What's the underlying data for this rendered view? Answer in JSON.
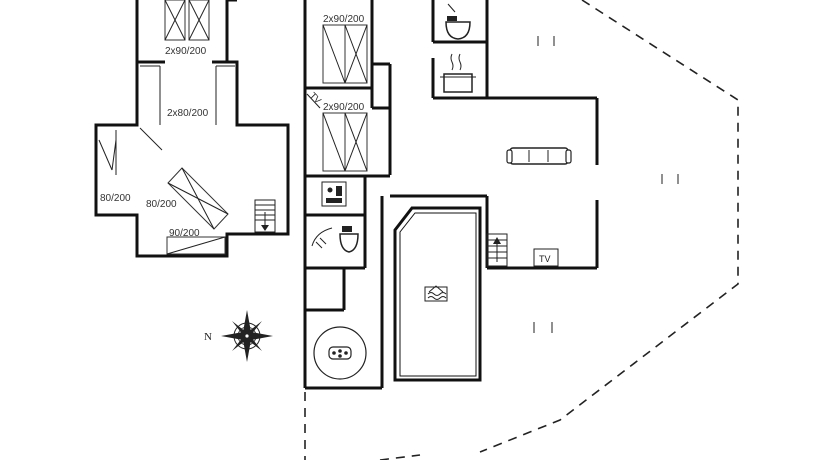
{
  "labels": {
    "bed_upper": "2x90/200",
    "bed_loft_mid": "2x80/200",
    "bed_loft_left": "80/200",
    "bed_loft_diag": "80/200",
    "bed_loft_bottom": "90/200",
    "bed_room1": "2x90/200",
    "bed_room2": "2x90/200",
    "tv_bedroom": "TV",
    "tv_living": "TV",
    "compass_north": "N"
  },
  "icons": {
    "compass": "compass-rose-icon",
    "sofa": "sofa-icon",
    "pool": "pool-icon",
    "jacuzzi": "jacuzzi-icon",
    "toilet": "toilet-icon",
    "shower": "shower-icon",
    "stove": "stove-icon",
    "sauna": "sauna-icon",
    "stairs": "stairs-icon"
  }
}
